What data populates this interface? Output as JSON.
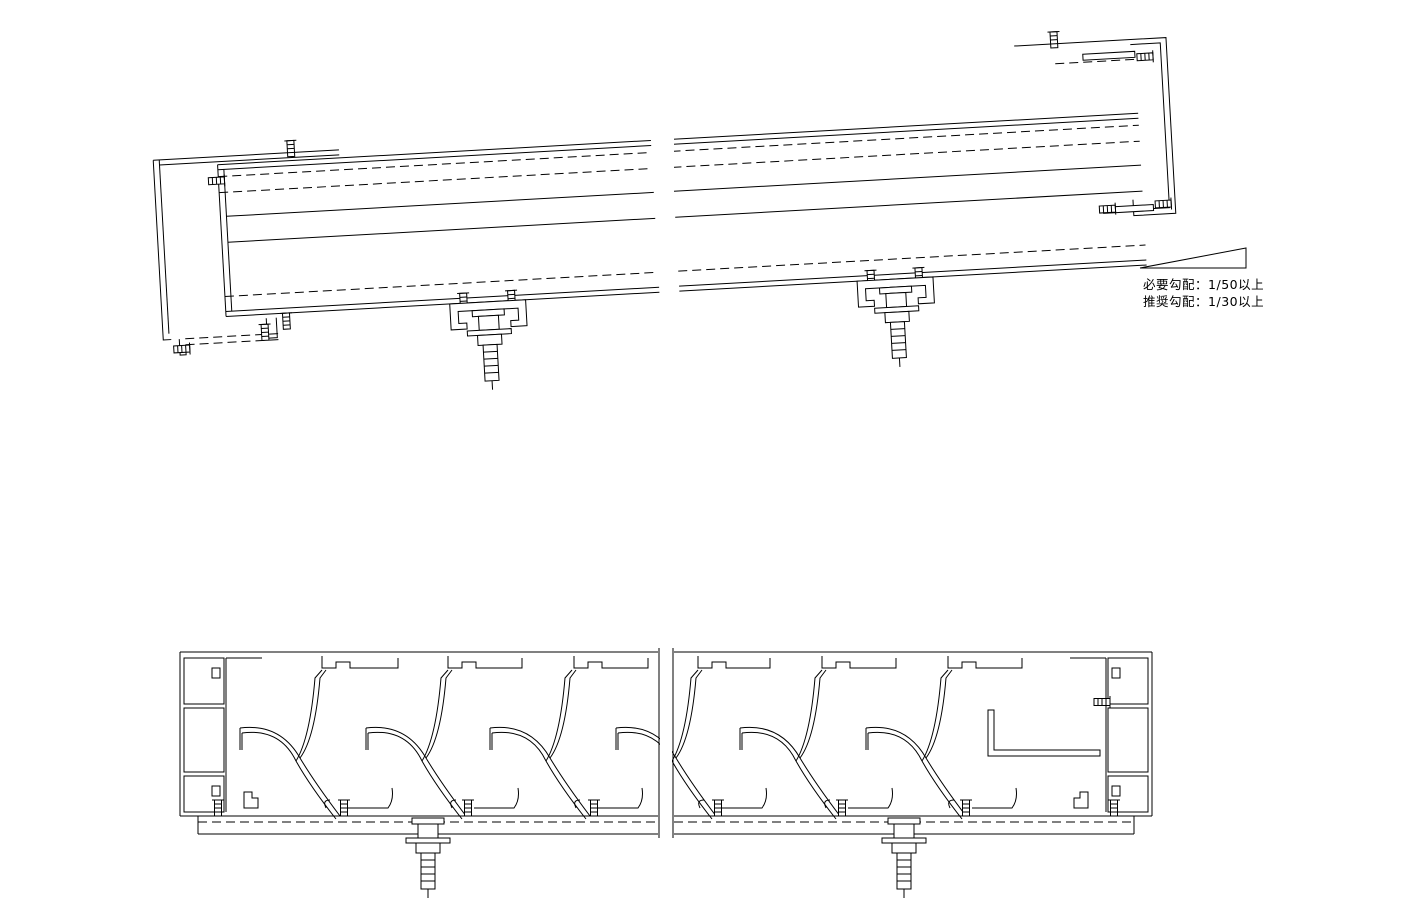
{
  "notes": {
    "required_slope_label": "必要勾配",
    "required_slope_value": "1/50以上",
    "recommended_slope_label": "推奨勾配",
    "recommended_slope_value": "1/30以上",
    "separator": "："
  }
}
